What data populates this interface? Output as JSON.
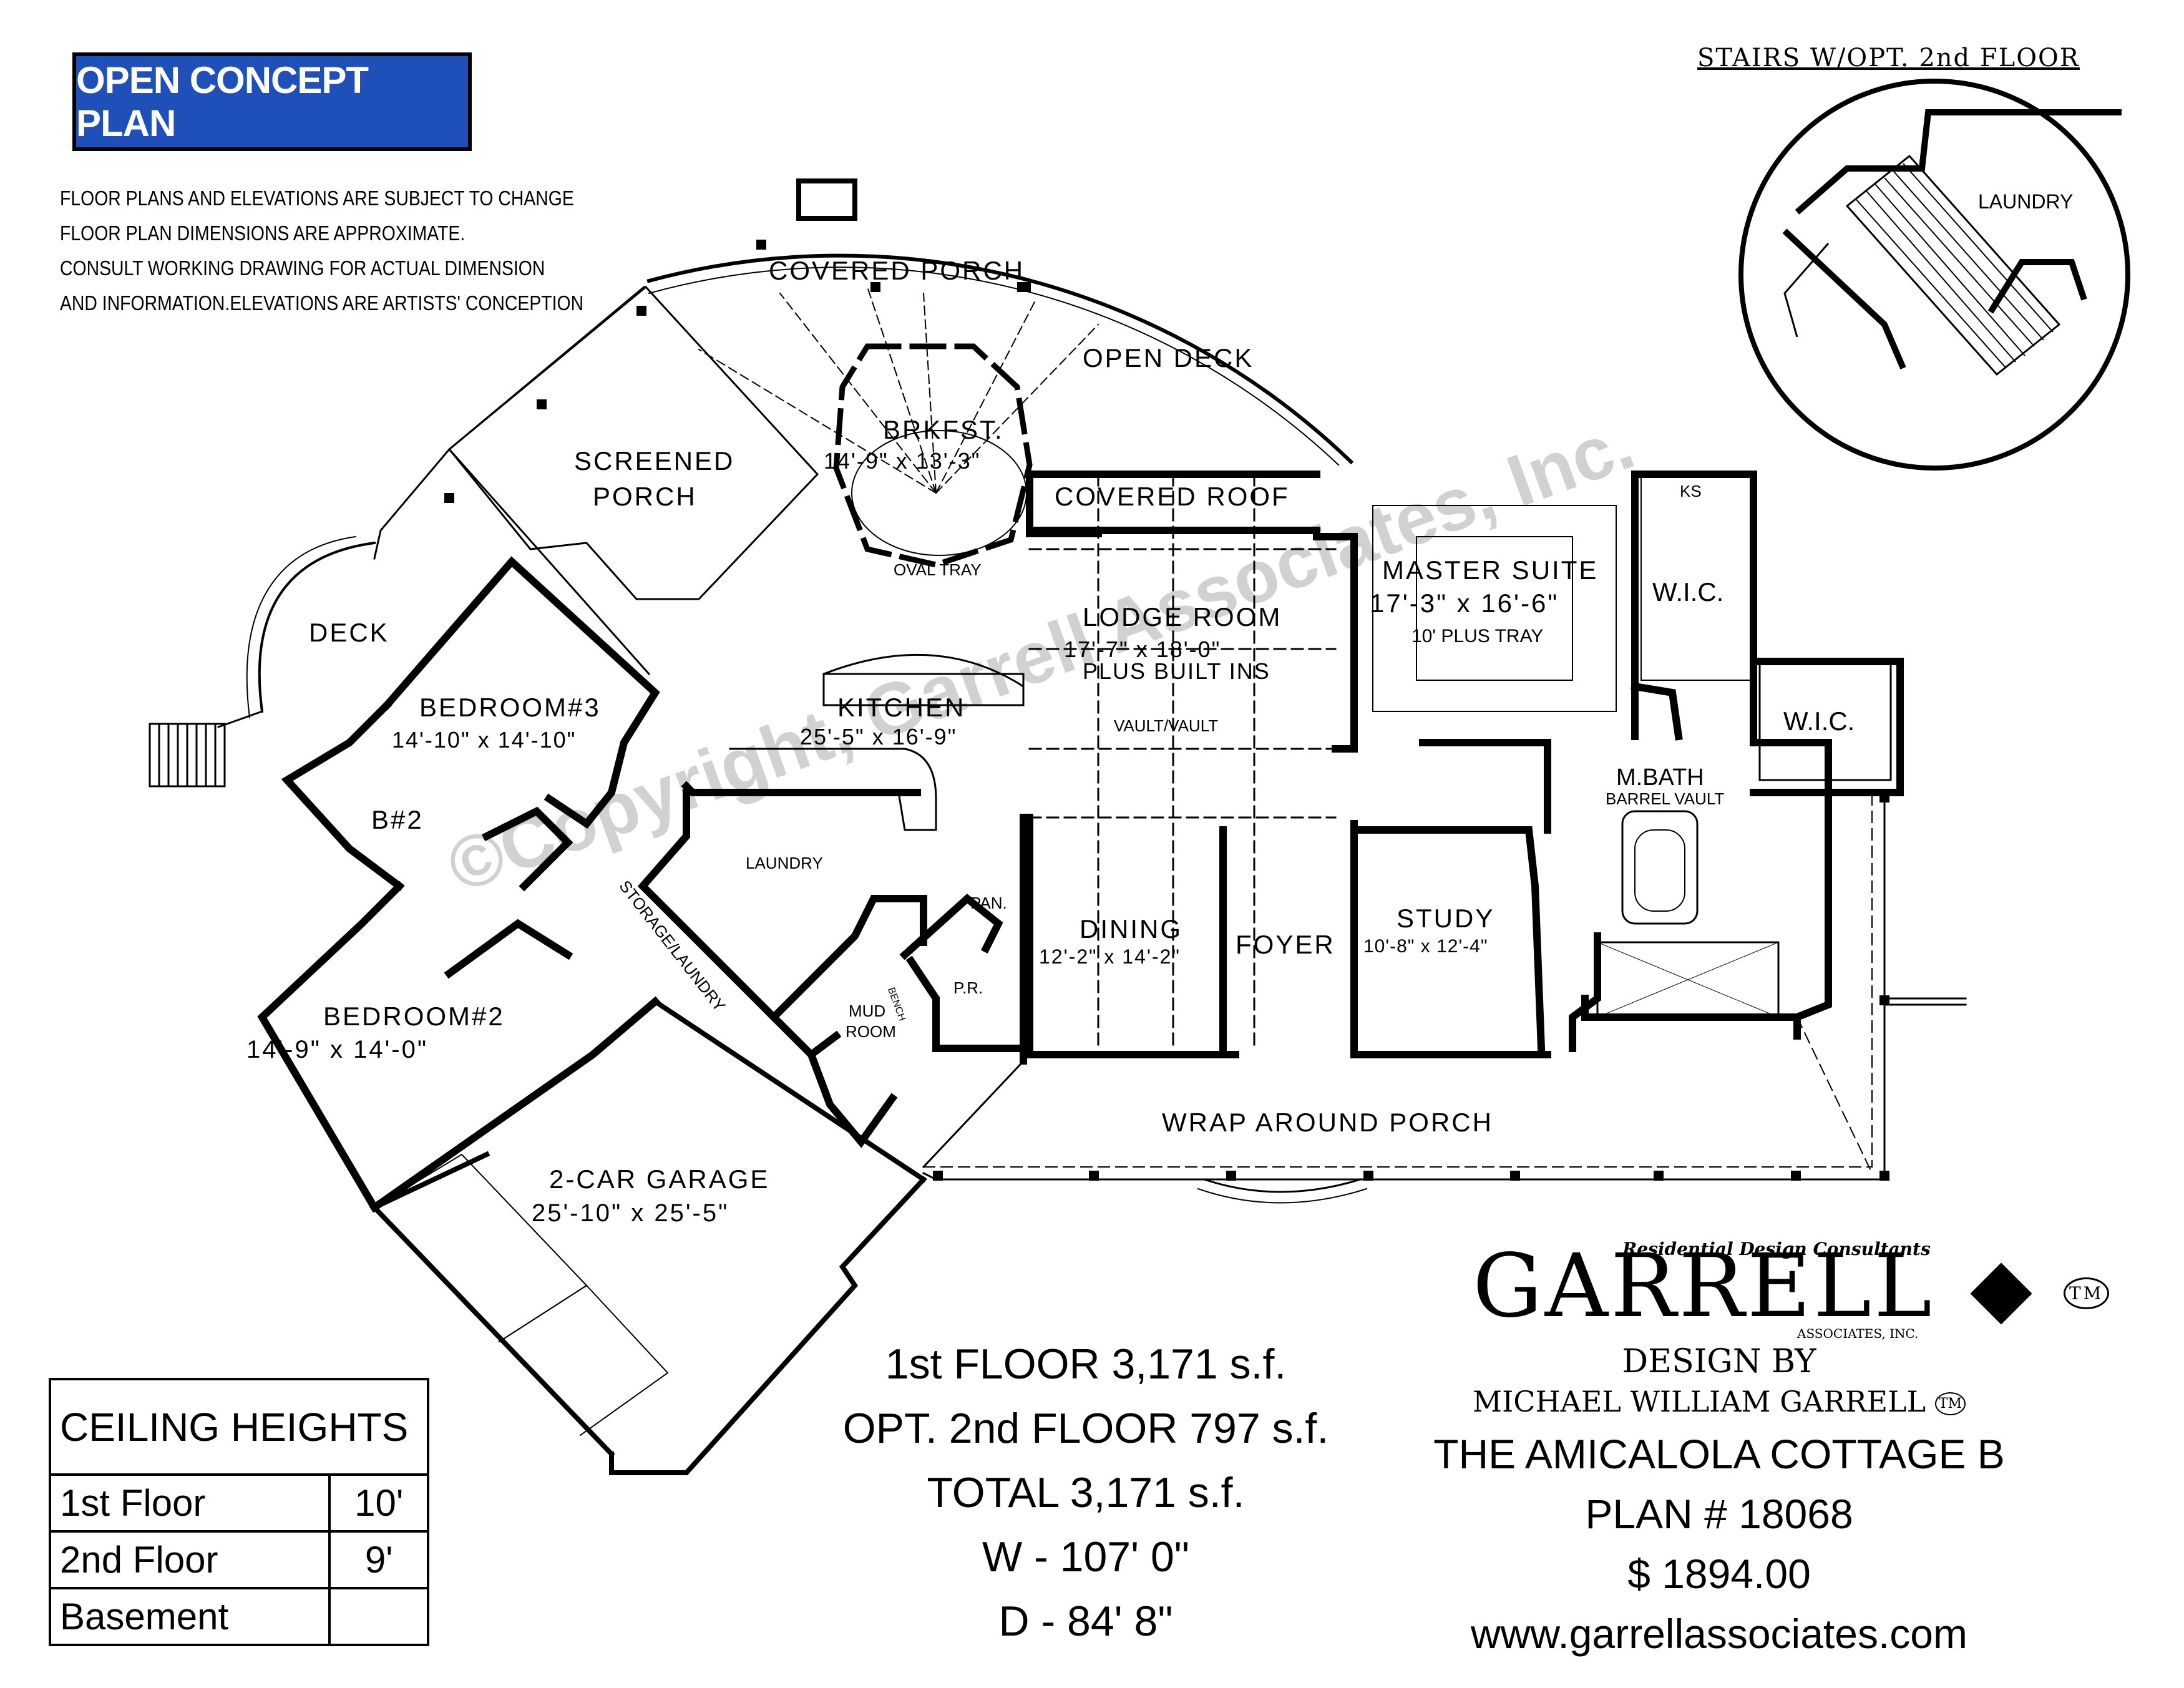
{
  "banner": "OPEN CONCEPT PLAN",
  "disclaimer": [
    "FLOOR PLANS AND ELEVATIONS ARE SUBJECT TO CHANGE",
    "FLOOR PLAN DIMENSIONS ARE APPROXIMATE.",
    "CONSULT WORKING DRAWING FOR ACTUAL DIMENSION",
    "AND INFORMATION.ELEVATIONS ARE ARTISTS' CONCEPTION"
  ],
  "inset": {
    "title": "STAIRS W/OPT. 2nd FLOOR",
    "laundry": "LAUNDRY"
  },
  "rooms": {
    "covered_porch": "COVERED  PORCH",
    "open_deck": "OPEN  DECK",
    "brkfst": "BRKFST.",
    "brkfst_dim": "14'-9\"  x  13'-3\"",
    "oval_tray": "OVAL TRAY",
    "screened_porch_1": "SCREENED",
    "screened_porch_2": "PORCH",
    "deck": "DECK",
    "bedroom3": "BEDROOM#3",
    "bedroom3_dim": "14'-10\"  x  14'-10\"",
    "b2": "B#2",
    "bedroom2": "BEDROOM#2",
    "bedroom2_dim": "14'-9\"  x  14'-0\"",
    "kitchen": "KITCHEN",
    "kitchen_dim": "25'-5\"  x  16'-9\"",
    "laundry": "LAUNDRY",
    "storage_laundry": "STORAGE/LAUNDRY",
    "pan": "PAN.",
    "mud_room_1": "MUD",
    "mud_room_2": "ROOM",
    "bench": "BENCH",
    "pr": "P.R.",
    "covered_roof": "COVERED  ROOF",
    "lodge_room": "LODGE  ROOM",
    "lodge_dim": "17'-7\"  x  18'-0\"",
    "built_ins": "PLUS  BUILT  INS",
    "vault": "VAULT/VAULT",
    "dining": "DINING",
    "dining_dim": "12'-2\"  x  14'-2\"",
    "foyer": "FOYER",
    "master_suite": "MASTER  SUITE",
    "master_dim": "17'-3\"  x  16'-6\"",
    "master_tray": "10'  PLUS  TRAY",
    "ks": "KS",
    "wic_1": "W.I.C.",
    "wic_2": "W.I.C.",
    "mbath": "M.BATH",
    "barrel_vault": "BARREL VAULT",
    "study": "STUDY",
    "study_dim": "10'-8\"  x  12'-4\"",
    "wrap_porch": "WRAP  AROUND  PORCH",
    "garage": "2-CAR  GARAGE",
    "garage_dim": "25'-10\"  x  25'-5\""
  },
  "watermark": "©Copyright, Garrell Associates, Inc.",
  "ceiling_heights": {
    "title": "CEILING HEIGHTS",
    "rows": [
      {
        "label": "1st Floor",
        "value": "10'"
      },
      {
        "label": "2nd Floor",
        "value": "9'"
      },
      {
        "label": "Basement",
        "value": ""
      }
    ]
  },
  "stats": [
    "1st FLOOR  3,171 s.f.",
    "OPT. 2nd FLOOR  797 s.f.",
    "TOTAL  3,171 s.f.",
    "W - 107' 0\"",
    "D  -  84' 8\""
  ],
  "logo": {
    "tagline": "Residential Design Consultants",
    "name": "GARRELL",
    "associates": "ASSOCIATES, INC."
  },
  "credits": {
    "design_by": "DESIGN BY",
    "designer": "MICHAEL WILLIAM GARRELL",
    "plan_name": "THE AMICALOLA COTTAGE B",
    "plan_number": "PLAN #  18068",
    "price": "$ 1894.00",
    "website": "www.garrellassociates.com"
  },
  "colors": {
    "banner": "#1f4fb8",
    "ink": "#000000"
  }
}
